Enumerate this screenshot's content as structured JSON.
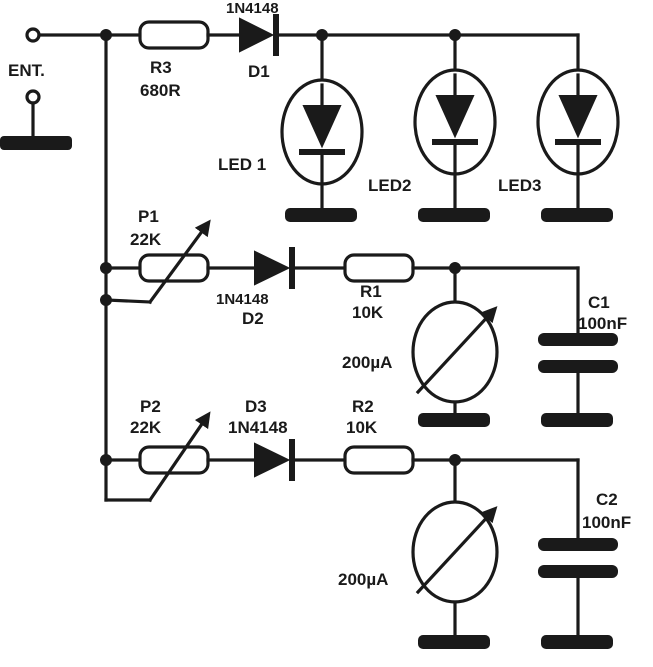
{
  "labels": {
    "input": "ENT.",
    "r3_name": "R3",
    "r3_value": "680R",
    "d1_part": "1N4148",
    "d1_name": "D1",
    "led1": "LED 1",
    "led2": "LED2",
    "led3": "LED3",
    "p1_name": "P1",
    "p1_value": "22K",
    "d2_part": "1N4148",
    "d2_name": "D2",
    "r1_name": "R1",
    "r1_value": "10K",
    "c1_name": "C1",
    "c1_value": "100nF",
    "meter1": "200µA",
    "p2_name": "P2",
    "p2_value": "22K",
    "d3_name": "D3",
    "d3_part": "1N4148",
    "r2_name": "R2",
    "r2_value": "10K",
    "c2_name": "C2",
    "c2_value": "100nF",
    "meter2": "200µA"
  },
  "colors": {
    "ink": "#1a1a1a",
    "paper": "#ffffff"
  }
}
